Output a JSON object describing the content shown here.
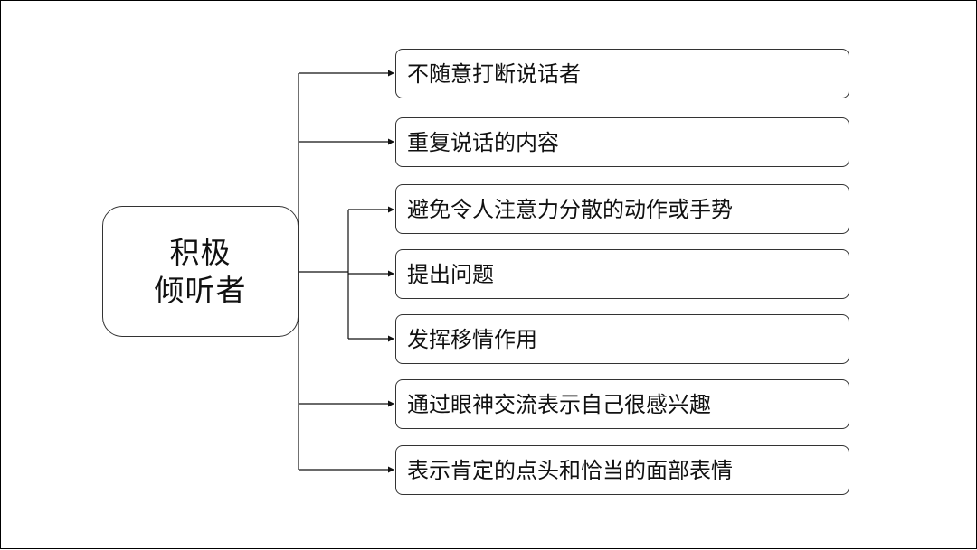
{
  "diagram": {
    "root": {
      "lines": [
        "积极",
        "倾听者"
      ]
    },
    "branches": [
      {
        "label": "不随意打断说话者"
      },
      {
        "label": "重复说话的内容"
      },
      {
        "label": "避免令人注意力分散的动作或手势"
      },
      {
        "label": "提出问题"
      },
      {
        "label": "发挥移情作用"
      },
      {
        "label": "通过眼神交流表示自己很感兴趣"
      },
      {
        "label": "表示肯定的点头和恰当的面部表情"
      }
    ]
  }
}
